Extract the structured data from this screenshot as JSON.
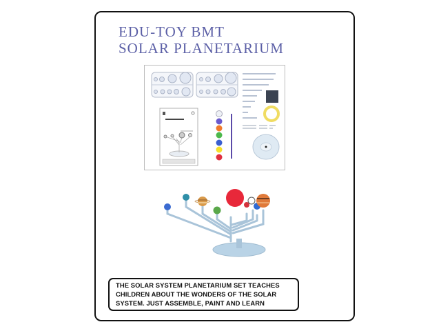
{
  "title": {
    "line1": "EDU-TOY BMT",
    "line2": "SOLAR PLANETARIUM"
  },
  "images": {
    "kit_contents": {
      "description": "Kit contents: planet sprues, instruction sheet, paint pots, brush, rods, sticker, tape, base",
      "sheet_title": "SOLAR PLANETARIUM",
      "paint_colors": [
        "#e9eef5",
        "#6a5acd",
        "#f07a2b",
        "#4cb84c",
        "#3a5fd0",
        "#f5e02b",
        "#e03040"
      ]
    },
    "assembled_model": {
      "description": "Assembled painted planetarium model on a light blue stand",
      "planet_colors": {
        "sun": "#e8283a",
        "mercury": "#3b6bd1",
        "venus": "#2f8fa8",
        "earth": "#5aa84a",
        "mars": "#d4333d",
        "jupiter": "#e07a3a",
        "saturn": "#d99a4a",
        "uranus": "#ffffff",
        "neptune": "#2f6ad2"
      },
      "stand_color": "#b9d3e6"
    }
  },
  "caption": {
    "text": "THE SOLAR SYSTEM PLANETARIUM SET TEACHES CHILDREN ABOUT THE WONDERS OF THE SOLAR SYSTEM. JUST ASSEMBLE, PAINT AND LEARN",
    "line1": "THE SOLAR SYSTEM PLANETARIUM SET TEACHES",
    "line2": "CHILDREN ABOUT THE WONDERS OF THE SOLAR",
    "line3": "SYSTEM. JUST ASSEMBLE, PAINT AND LEARN"
  },
  "colors": {
    "title": "#5b5fa6",
    "border": "#111111",
    "background": "#ffffff"
  }
}
